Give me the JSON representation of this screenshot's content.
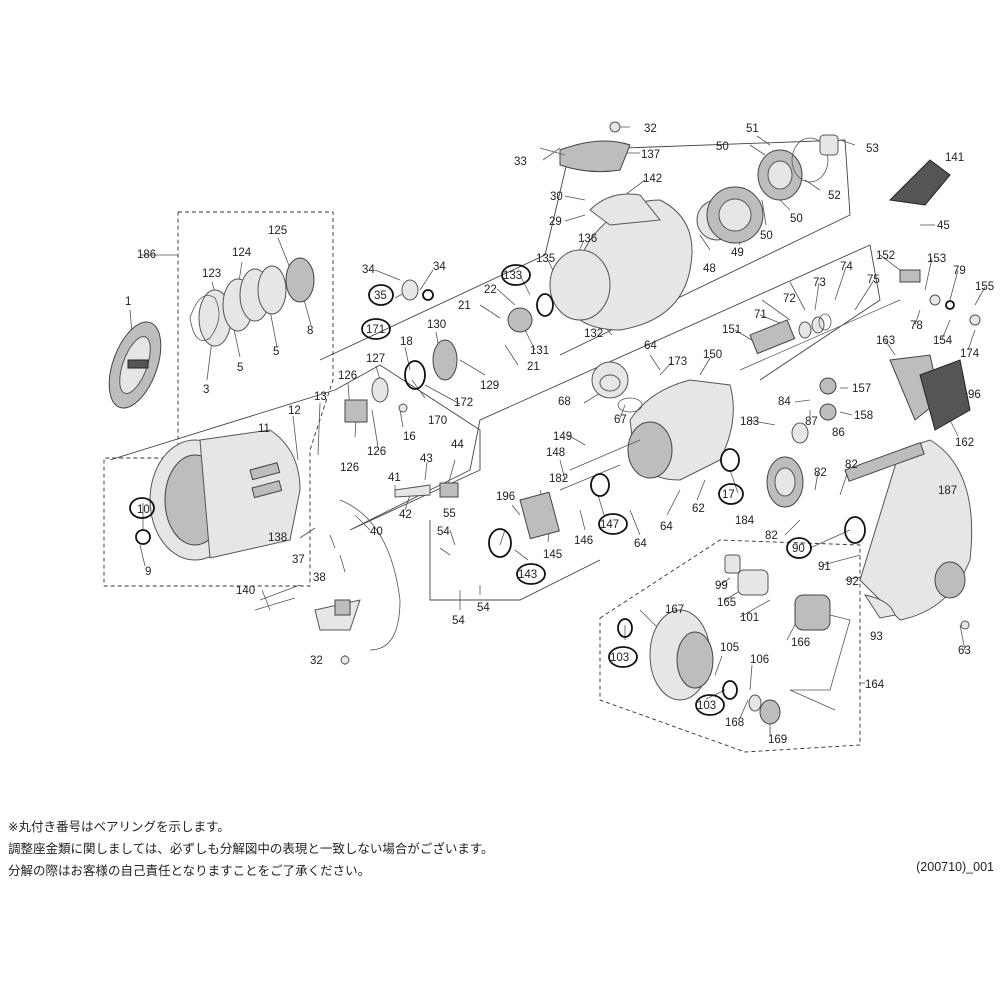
{
  "notes": {
    "line1": "※丸付き番号はベアリングを示します。",
    "line2": "調整座金類に関しましては、必ずしも分解図中の表現と一致しない場合がございます。",
    "line3": "分解の際はお客様の自己責任となりますことをご了承ください。"
  },
  "drawing_id": "(200710)_001",
  "labels": {
    "l1": "1",
    "l3": "3",
    "l5a": "5",
    "l5b": "5",
    "l8": "8",
    "l9": "9",
    "l10": "10",
    "l11": "11",
    "l12": "12",
    "l13": "13",
    "l16": "16",
    "l17": "17",
    "l18": "18",
    "l21a": "21",
    "l21b": "21",
    "l22": "22",
    "l29": "29",
    "l30": "30",
    "l32a": "32",
    "l32b": "32",
    "l33": "33",
    "l34a": "34",
    "l34b": "34",
    "l35": "35",
    "l37": "37",
    "l38": "38",
    "l40": "40",
    "l41": "41",
    "l42": "42",
    "l43": "43",
    "l44": "44",
    "l45": "45",
    "l48": "48",
    "l49": "49",
    "l50a": "50",
    "l50b": "50",
    "l50c": "50",
    "l51": "51",
    "l52": "52",
    "l53": "53",
    "l54a": "54",
    "l54b": "54",
    "l54c": "54",
    "l55": "55",
    "l62": "62",
    "l63": "63",
    "l64a": "64",
    "l64b": "64",
    "l64c": "64",
    "l67": "67",
    "l68": "68",
    "l71": "71",
    "l72": "72",
    "l73": "73",
    "l74": "74",
    "l75": "75",
    "l78": "78",
    "l79": "79",
    "l82a": "82",
    "l82b": "82",
    "l82c": "82",
    "l84": "84",
    "l86": "86",
    "l87": "87",
    "l90": "90",
    "l91": "91",
    "l92": "92",
    "l93": "93",
    "l96": "96",
    "l99": "99",
    "l101": "101",
    "l103a": "103",
    "l103b": "103",
    "l105": "105",
    "l106": "106",
    "l123": "123",
    "l124": "124",
    "l125": "125",
    "l126a": "126",
    "l126b": "126",
    "l126c": "126",
    "l127": "127",
    "l129": "129",
    "l130": "130",
    "l131": "131",
    "l132": "132",
    "l133": "133",
    "l135": "135",
    "l136": "136",
    "l137": "137",
    "l138": "138",
    "l140": "140",
    "l141": "141",
    "l142": "142",
    "l143": "143",
    "l145": "145",
    "l146": "146",
    "l147": "147",
    "l148": "148",
    "l149": "149",
    "l150": "150",
    "l151": "151",
    "l152": "152",
    "l153": "153",
    "l154": "154",
    "l155": "155",
    "l157": "157",
    "l158": "158",
    "l162": "162",
    "l163": "163",
    "l164": "164",
    "l165": "165",
    "l166": "166",
    "l167": "167",
    "l168": "168",
    "l169": "169",
    "l170": "170",
    "l171": "171",
    "l172": "172",
    "l173": "173",
    "l174": "174",
    "l182": "182",
    "l183": "183",
    "l184": "184",
    "l186": "186",
    "l187": "187",
    "l196": "196"
  }
}
